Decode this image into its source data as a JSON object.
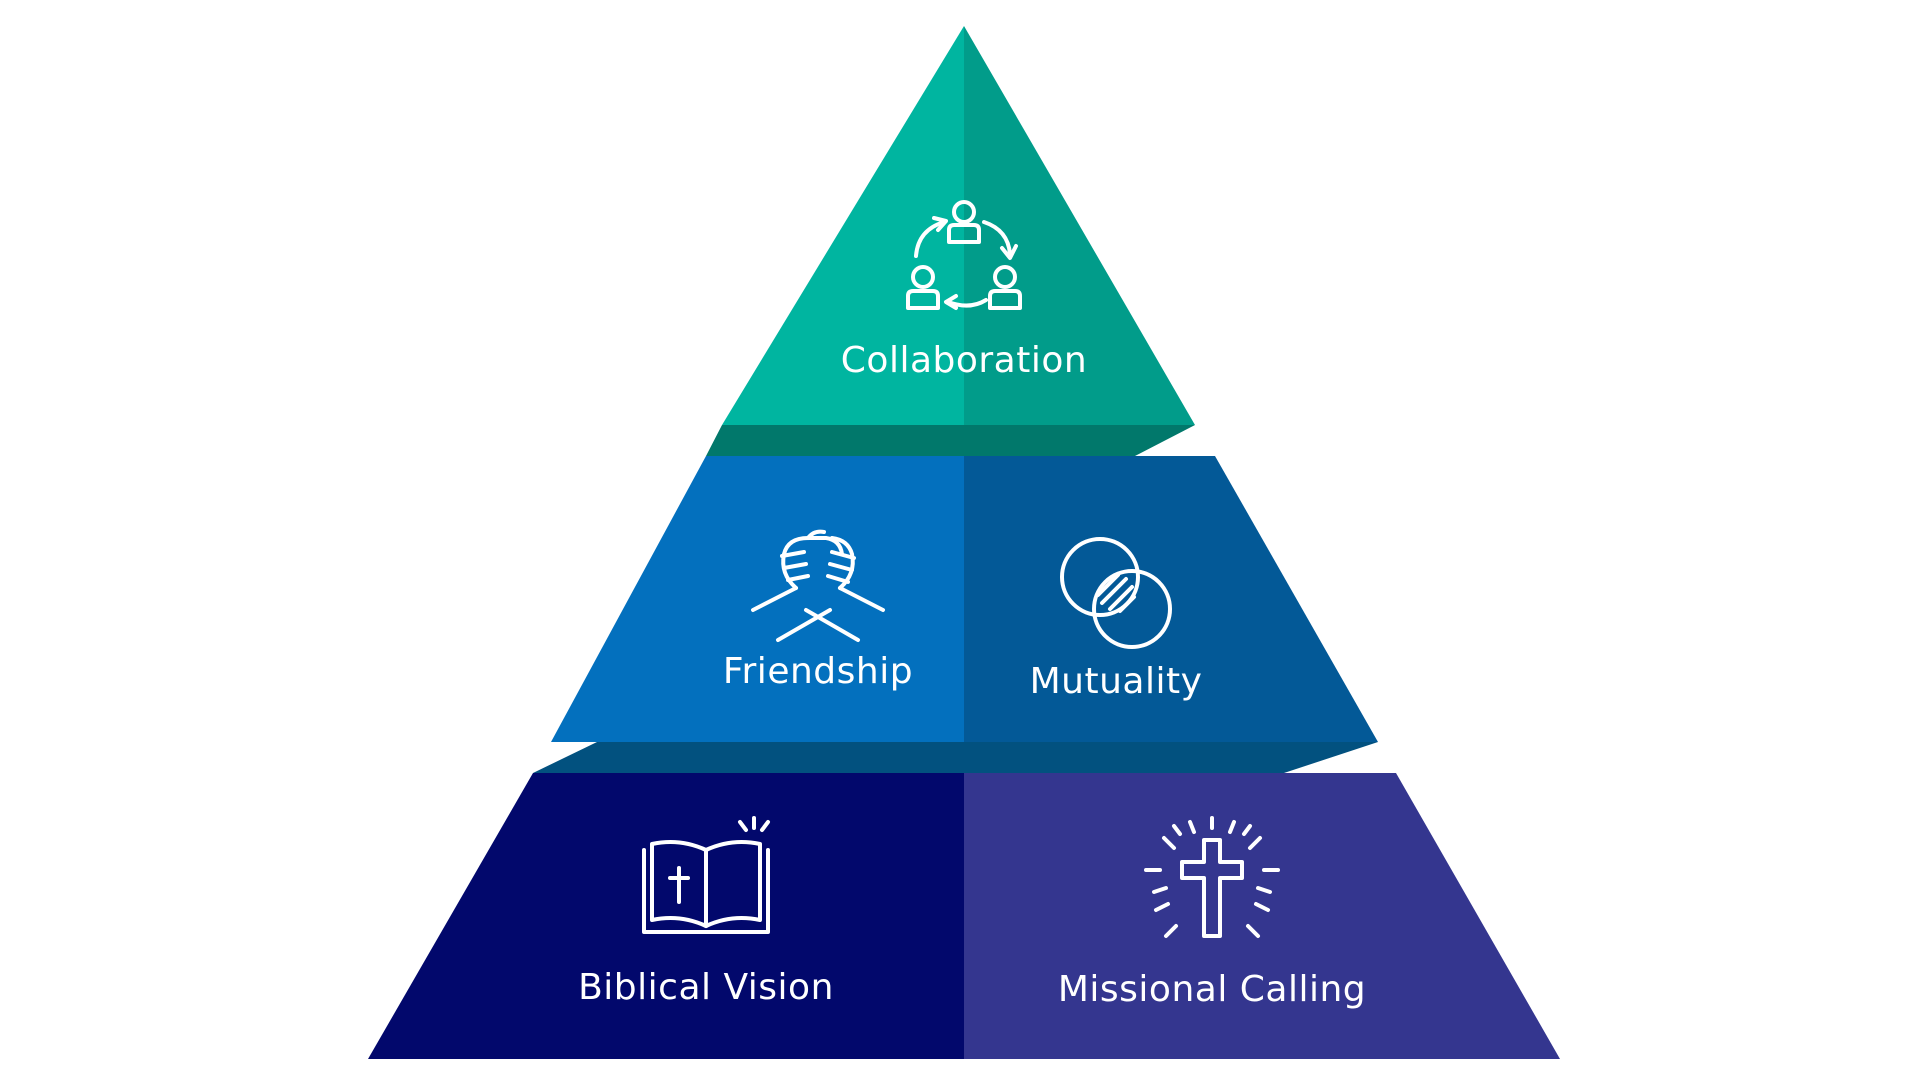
{
  "pyramid": {
    "top": {
      "label": "Collaboration",
      "icon": "people-cycle-icon",
      "colors": {
        "left": "#00B5A0",
        "right": "#019C8A",
        "shelf": "#01786B"
      }
    },
    "middle": {
      "left": {
        "label": "Friendship",
        "icon": "handshake-icon",
        "color": "#0370BE"
      },
      "right": {
        "label": "Mutuality",
        "icon": "overlapping-circles-icon",
        "color": "#035997"
      },
      "shelf": "#02517F"
    },
    "bottom": {
      "left": {
        "label": "Biblical Vision",
        "icon": "open-bible-icon",
        "color": "#02086C"
      },
      "right": {
        "label": "Missional Calling",
        "icon": "radiant-cross-icon",
        "color": "#34368F"
      }
    }
  }
}
